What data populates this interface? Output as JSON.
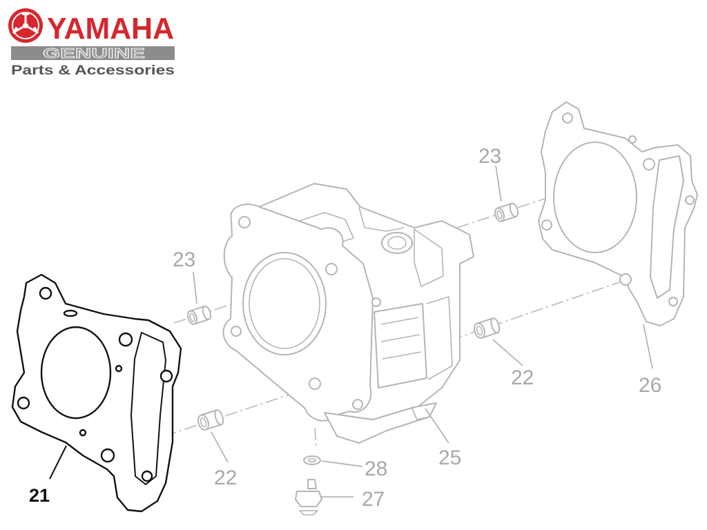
{
  "logo": {
    "brand": "YAMAHA",
    "tag": "GENUINE",
    "subtitle": "Parts & Accessories"
  },
  "colors": {
    "brand": "#d7262e",
    "tag_bar": "#8c8c8c",
    "subtitle": "#555555",
    "highlight": "#111111",
    "line_art": "#b4b4b4"
  },
  "callouts": [
    "23",
    "23",
    "21",
    "22",
    "22",
    "26",
    "25",
    "28",
    "27"
  ],
  "highlighted_callout": "21"
}
